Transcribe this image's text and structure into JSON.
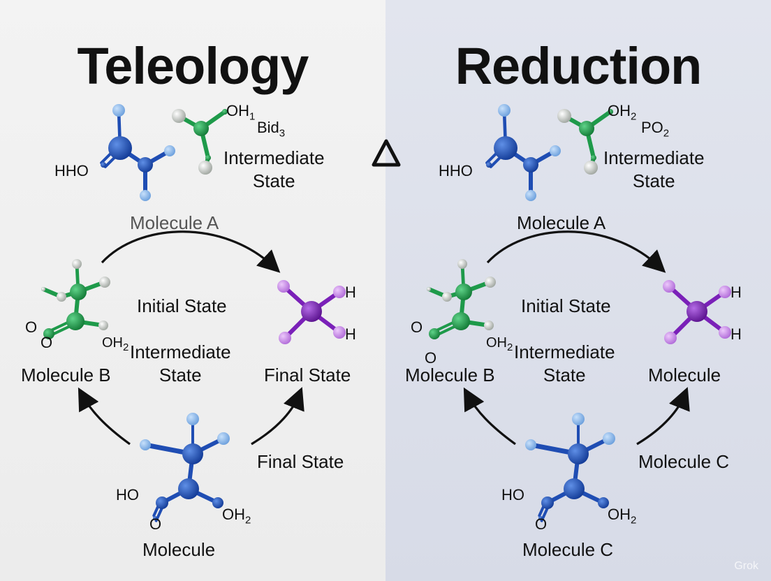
{
  "left": {
    "title": "Teleology",
    "top_label": "Molecule A",
    "center_label_1": "Initial State",
    "center_label_2": "Intermediate\nState",
    "top_right_label": "Intermediate\nState",
    "left_label": "Molecule B",
    "right_label": "Final State",
    "bottom_right_label": "Final State",
    "bottom_label": "Molecule",
    "atoms": {
      "hho": "HHO",
      "oh_top": "OH",
      "oh_top_sub": "1",
      "bid": "Bid",
      "bid_sub": "3",
      "o_b1": "O",
      "o_b2": "O",
      "oh2_b": "OH",
      "oh2_b_sub": "2",
      "h1": "H",
      "h2": "H",
      "ho_c": "HO",
      "o_c": "O",
      "oh2_c": "OH",
      "oh2_c_sub": "2"
    }
  },
  "right": {
    "title": "Reduction",
    "top_label": "Molecule A",
    "center_label_1": "Initial State",
    "center_label_2": "Intermediate\nState",
    "top_right_label": "Intermediate\nState",
    "left_label": "Molecule B",
    "right_label": "Molecule",
    "bottom_right_label": "Molecule C",
    "bottom_label": "Molecule C",
    "atoms": {
      "hho": "HHO",
      "oh_top": "OH",
      "oh_top_sub": "2",
      "po": "PO",
      "po_sub": "2",
      "o_b1": "O",
      "o_b2": "O",
      "oh2_b": "OH",
      "oh2_b_sub": "2",
      "h1": "H",
      "h2": "H",
      "ho_c": "HO",
      "o_c": "O",
      "oh2_c": "OH",
      "oh2_c_sub": "2"
    }
  },
  "center_symbol": "Δ",
  "watermark": "Grok",
  "colors": {
    "left_bg": "#efefef",
    "right_bg": "#dde0ea",
    "blue_atom": "#1f4db3",
    "light_blue_atom": "#8ab6e8",
    "green_atom": "#1e9a4a",
    "gray_atom": "#c8ccc8",
    "purple_atom": "#7a20b8",
    "light_purple_atom": "#c88ae6"
  }
}
